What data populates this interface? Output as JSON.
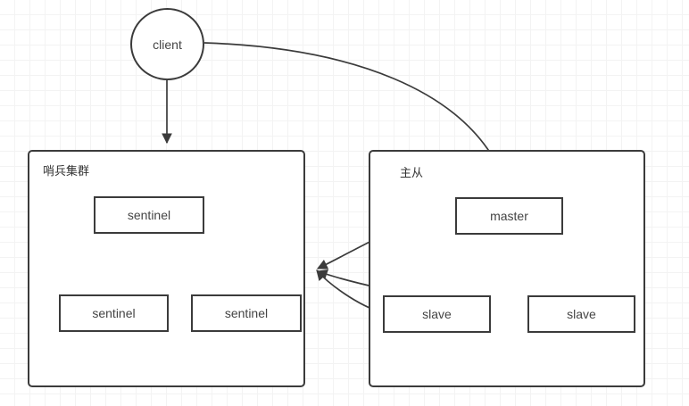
{
  "diagram": {
    "title": "Redis sentinel and master-slave architecture",
    "background": {
      "grid_minor_color": "#f3f3f3",
      "grid_major_color": "#ebebeb",
      "page_color": "#ffffff"
    },
    "stroke_color": "#3b3b3b",
    "text_color": "#444444"
  },
  "nodes": {
    "client": {
      "label": "client",
      "shape": "ellipse"
    },
    "sentinel_top": {
      "label": "sentinel",
      "shape": "rectangle"
    },
    "sentinel_bottom_left": {
      "label": "sentinel",
      "shape": "rectangle"
    },
    "sentinel_bottom_right": {
      "label": "sentinel",
      "shape": "rectangle"
    },
    "master": {
      "label": "master",
      "shape": "rectangle"
    },
    "slave_left": {
      "label": "slave",
      "shape": "rectangle"
    },
    "slave_right": {
      "label": "slave",
      "shape": "rectangle"
    }
  },
  "groups": {
    "sentinel_cluster": {
      "label": "哨兵集群"
    },
    "master_slave": {
      "label": "主从"
    }
  },
  "edges": [
    {
      "name": "client-to-sentinel-cluster",
      "from": "client",
      "to": "sentinel_cluster",
      "arrow": "single"
    },
    {
      "name": "client-to-master",
      "from": "client",
      "to": "master",
      "arrow": "single"
    },
    {
      "name": "sentinel-top-to-bottom-left",
      "from": "sentinel_top",
      "to": "sentinel_bottom_left",
      "arrow": "double"
    },
    {
      "name": "sentinel-top-to-bottom-right",
      "from": "sentinel_top",
      "to": "sentinel_bottom_right",
      "arrow": "double"
    },
    {
      "name": "sentinel-bottom-left-to-bottom-right",
      "from": "sentinel_bottom_left",
      "to": "sentinel_bottom_right",
      "arrow": "double"
    },
    {
      "name": "master-to-sentinel-cluster",
      "from": "master",
      "to": "sentinel_cluster",
      "arrow": "single"
    },
    {
      "name": "slave-left-to-sentinel-cluster",
      "from": "slave_left",
      "to": "sentinel_cluster",
      "arrow": "double"
    },
    {
      "name": "slave-right-to-sentinel-cluster",
      "from": "slave_right",
      "to": "sentinel_cluster",
      "arrow": "single"
    },
    {
      "name": "slave-left-to-slave-right",
      "from": "slave_left",
      "to": "slave_right",
      "arrow": "single"
    }
  ]
}
